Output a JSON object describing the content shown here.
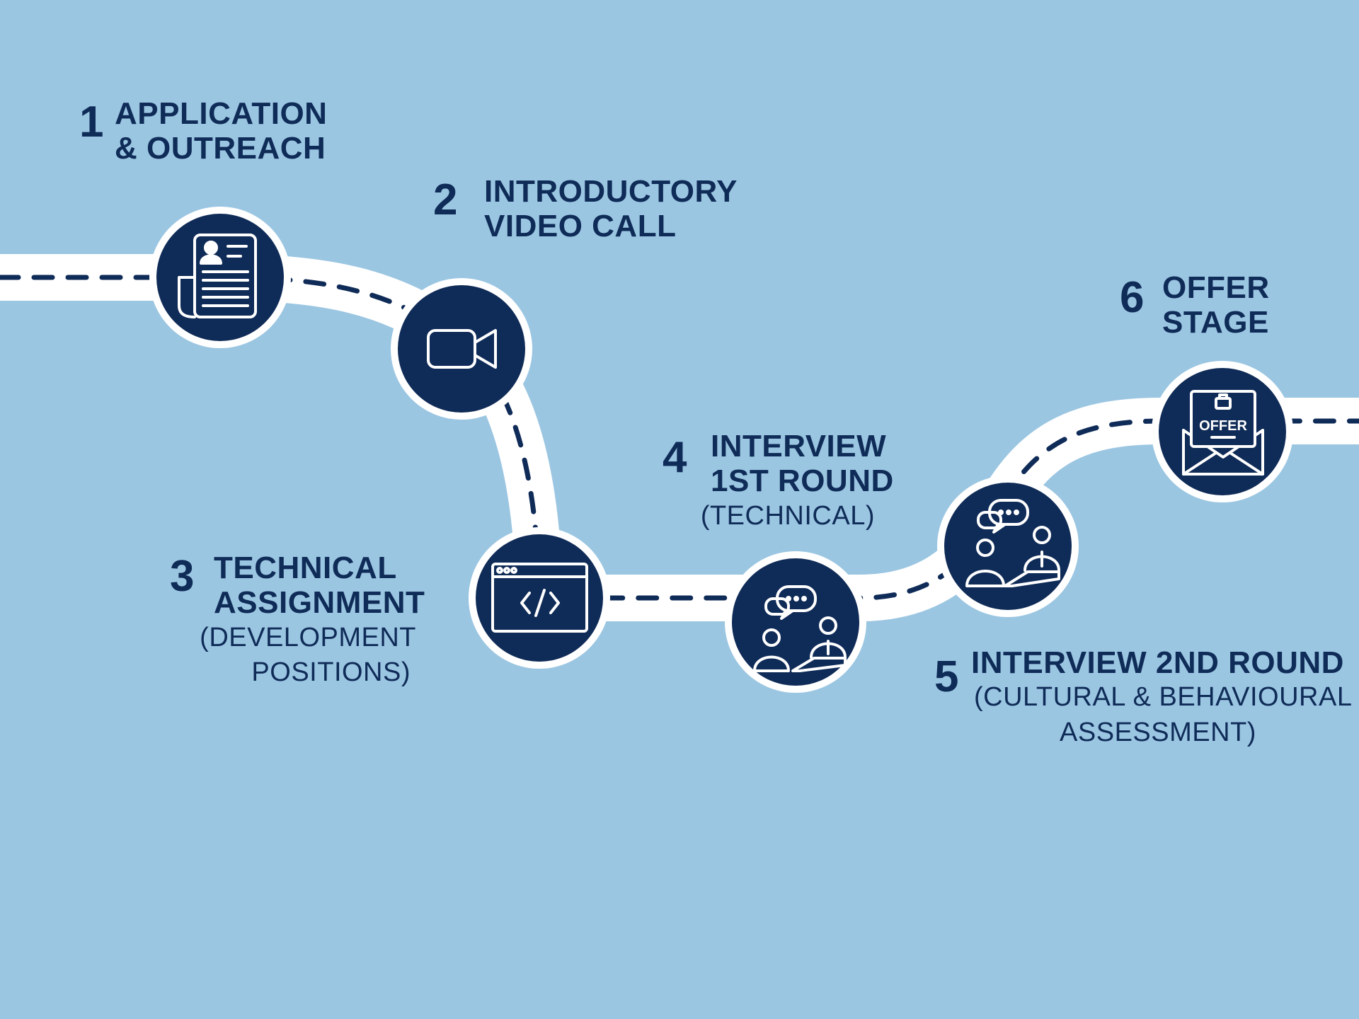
{
  "colors": {
    "background": "#9bc6e2",
    "navy": "#0f2b57",
    "road": "#ffffff"
  },
  "steps": [
    {
      "number": "1",
      "title": [
        "APPLICATION",
        "& OUTREACH"
      ],
      "subtitle": [],
      "icon": "resume-icon"
    },
    {
      "number": "2",
      "title": [
        "INTRODUCTORY",
        "VIDEO CALL"
      ],
      "subtitle": [],
      "icon": "video-camera-icon"
    },
    {
      "number": "3",
      "title": [
        "TECHNICAL",
        "ASSIGNMENT"
      ],
      "subtitle": [
        "(DEVELOPMENT",
        "POSITIONS)"
      ],
      "icon": "code-window-icon"
    },
    {
      "number": "4",
      "title": [
        "INTERVIEW",
        "1ST ROUND"
      ],
      "subtitle": [
        "(TECHNICAL)"
      ],
      "icon": "interview-chat-icon"
    },
    {
      "number": "5",
      "title": [
        "INTERVIEW 2ND ROUND"
      ],
      "subtitle": [
        "(CULTURAL & BEHAVIOURAL",
        "ASSESSMENT)"
      ],
      "icon": "interview-chat-icon"
    },
    {
      "number": "6",
      "title": [
        "OFFER",
        "STAGE"
      ],
      "subtitle": [],
      "icon": "offer-envelope-icon"
    }
  ],
  "offer_icon_text": "OFFER"
}
